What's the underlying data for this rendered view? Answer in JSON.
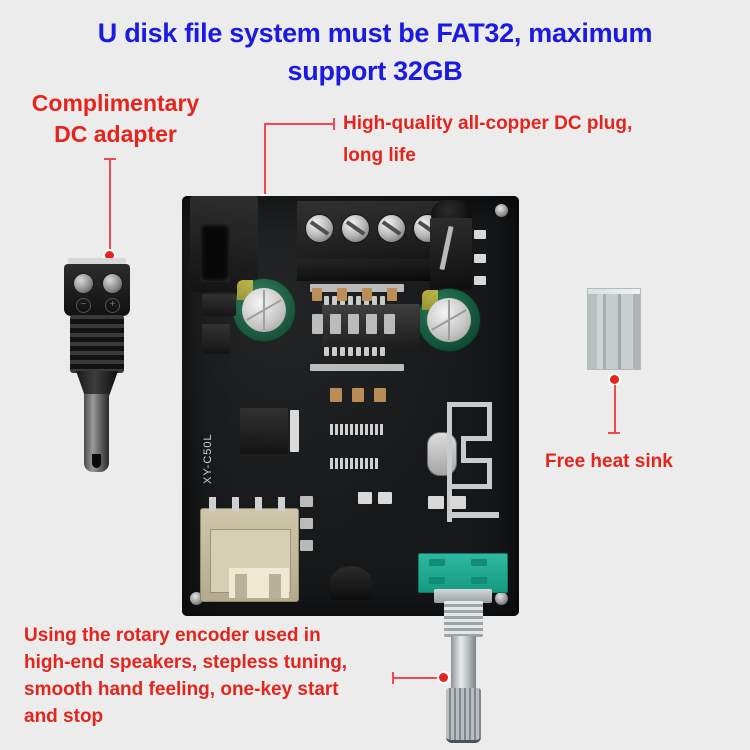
{
  "header": {
    "line1": "U disk file system must be FAT32, maximum",
    "line2": "support 32GB",
    "color": "#1a1ae0"
  },
  "annotations": {
    "accent_color": "#e3251d",
    "leader_color": "#ee4a52",
    "dc_adapter": {
      "line1": "Complimentary",
      "line2": "DC adapter"
    },
    "dc_plug": {
      "line1": "High-quality all-copper DC plug,",
      "line2": "long life"
    },
    "heat_sink": {
      "label": "Free heat sink"
    },
    "rotary_encoder": {
      "line1": "Using the rotary encoder used in",
      "line2": "high-end speakers, stepless tuning,",
      "line3": "smooth hand feeling, one-key start",
      "line4": "and stop"
    }
  },
  "board": {
    "silkscreen_model": "XY-C50L",
    "background_color": "#ececec",
    "pcb_color": "#16181a"
  },
  "components": {
    "dc_jack": "dc-barrel-jack",
    "terminal_block": "4-pin-screw-terminal",
    "capacitors": "electrolytic-capacitor",
    "amplifier_ic": "amplifier-ic",
    "usb_port": "usb-a-port",
    "rotary_encoder": "rotary-encoder-potentiometer",
    "antenna": "pcb-meander-antenna",
    "crystal": "crystal-oscillator",
    "aux_jack": "3.5mm-audio-jack",
    "heat_sink": "aluminum-heat-sink",
    "dc_adapter": "dc-adapter-plug",
    "polarity_minus": "−",
    "polarity_plus": "+"
  }
}
